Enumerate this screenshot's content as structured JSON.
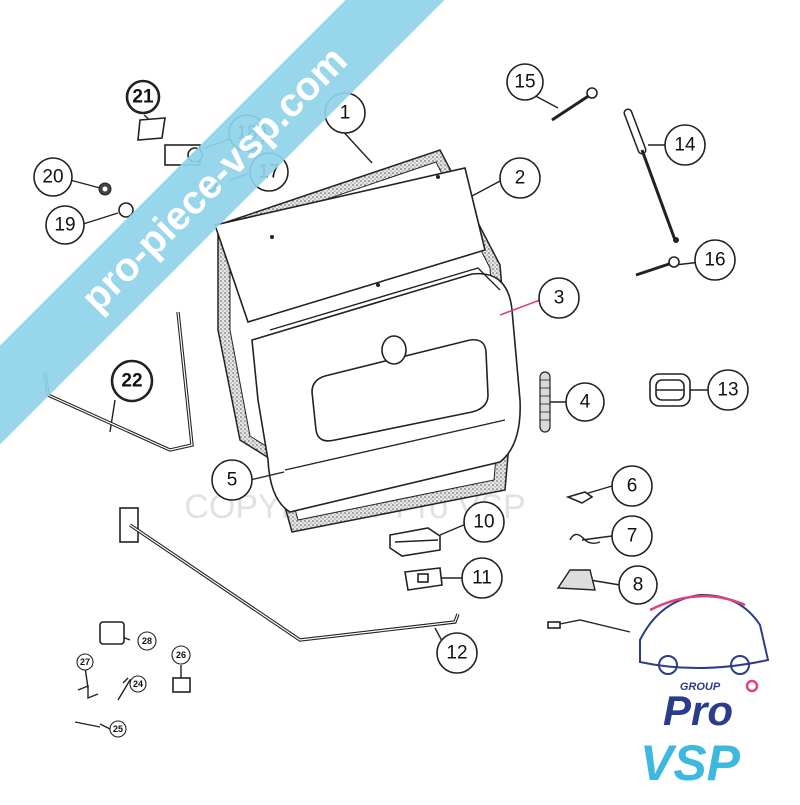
{
  "diagram": {
    "watermark_text": "COPYRIGHT Pro VSP",
    "banner_text": "pro-piece-vsp.com",
    "logo": {
      "top": "GROUP",
      "line1": "Pro",
      "line2": "VSP"
    },
    "colors": {
      "highlight": "#e0417a",
      "banner": "#8fd3ea",
      "logo_blue": "#2c3c8c",
      "logo_cyan": "#3fb8e0",
      "logo_pink": "#e0417a"
    },
    "callouts": [
      {
        "id": "c1",
        "label": "1"
      },
      {
        "id": "c2",
        "label": "2"
      },
      {
        "id": "c3",
        "label": "3"
      },
      {
        "id": "c4",
        "label": "4"
      },
      {
        "id": "c5",
        "label": "5"
      },
      {
        "id": "c6",
        "label": "6"
      },
      {
        "id": "c7",
        "label": "7"
      },
      {
        "id": "c8",
        "label": "8"
      },
      {
        "id": "c10",
        "label": "10"
      },
      {
        "id": "c11",
        "label": "11"
      },
      {
        "id": "c12",
        "label": "12"
      },
      {
        "id": "c13",
        "label": "13"
      },
      {
        "id": "c14",
        "label": "14"
      },
      {
        "id": "c15",
        "label": "15"
      },
      {
        "id": "c16",
        "label": "16"
      },
      {
        "id": "c17",
        "label": "17"
      },
      {
        "id": "c18",
        "label": "18"
      },
      {
        "id": "c19",
        "label": "19"
      },
      {
        "id": "c20",
        "label": "20"
      },
      {
        "id": "c21",
        "label": "21"
      },
      {
        "id": "c22",
        "label": "22"
      },
      {
        "id": "c24",
        "label": "24"
      },
      {
        "id": "c25",
        "label": "25"
      },
      {
        "id": "c26",
        "label": "26"
      },
      {
        "id": "c27",
        "label": "27"
      },
      {
        "id": "c28",
        "label": "28"
      }
    ]
  }
}
